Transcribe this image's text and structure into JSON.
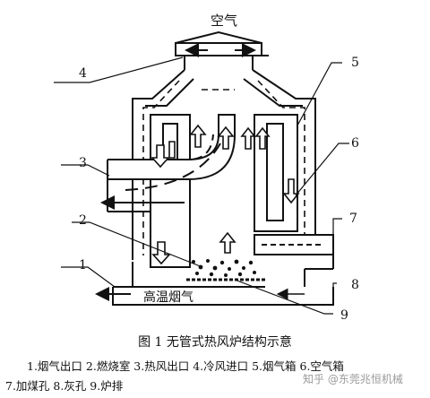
{
  "labels": {
    "air_top": "空气",
    "hot_flue": "高温烟气",
    "callouts": [
      "1",
      "2",
      "3",
      "4",
      "5",
      "6",
      "7",
      "8",
      "9"
    ]
  },
  "caption": "图 1   无管式热风炉结构示意",
  "legend_line1": "1.烟气出口 2.燃烧室 3.热风出口 4.冷风进口 5.烟气箱 6.空气箱",
  "legend_line2": "7.加煤孔 8.灰孔 9.炉排",
  "watermark": "知乎 @东莞兆恒机械"
}
